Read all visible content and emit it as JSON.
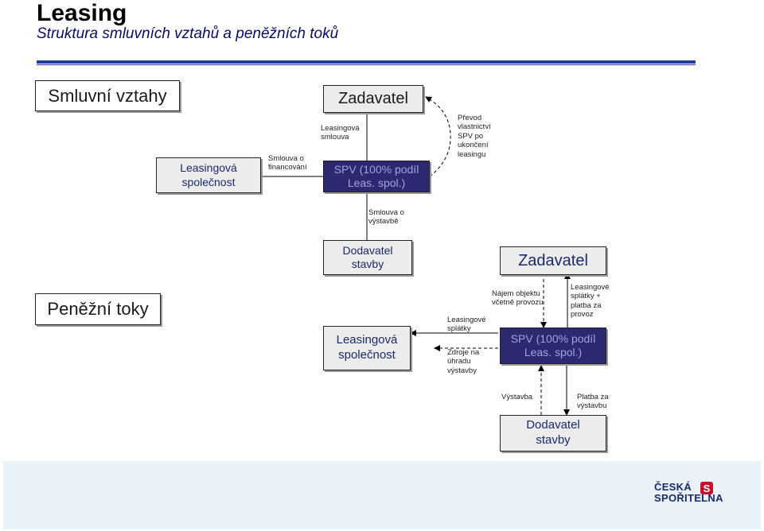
{
  "header": {
    "title": "Leasing",
    "subtitle": "Struktura smluvních vztahů a peněžních toků"
  },
  "contracts": {
    "section_label": "Smluvní vztahy",
    "client": "Zadavatel",
    "leasing_company": [
      "Leasingová",
      "společnost"
    ],
    "spv": [
      "SPV (100% podíl",
      "Leas. spol.)"
    ],
    "label_financing": [
      "Smlouva o",
      "financování"
    ],
    "label_leasing_contract": [
      "Leasingová",
      "smlouva"
    ],
    "label_transfer": [
      "Převod",
      "vlastnictví",
      "SPV po",
      "ukončení",
      "leasingu"
    ],
    "label_construction_contract": [
      "Smlouva o",
      "výstavbě"
    ],
    "contractor": [
      "Dodavatel",
      "stavby"
    ]
  },
  "cashflows": {
    "section_label": "Peněžní toky",
    "client": "Zadavatel",
    "leasing_company": [
      "Leasingová",
      "společnost"
    ],
    "spv": [
      "SPV (100% podíl",
      "Leas. spol.)"
    ],
    "contractor": [
      "Dodavatel",
      "stavby"
    ],
    "label_lease_payments": [
      "Leasingové",
      "splátky"
    ],
    "label_funding": [
      "Zdroje na",
      "úhradu",
      "výstavby"
    ],
    "label_rent": [
      "Nájem objektu",
      "včetně provozu"
    ],
    "label_client_payments": [
      "Leasingové",
      "splátky +",
      "platba za",
      "provoz"
    ],
    "label_construction": [
      "Výstavba"
    ],
    "label_payment": [
      "Platba za",
      "výstavbu"
    ]
  },
  "logo": {
    "line1": "ČESKÁ",
    "line2": "SPOŘITELNA",
    "color": "#c8102e"
  },
  "colors": {
    "accent": "#1f3c9a",
    "spv_fill": "#2c2872",
    "spv_text": "#9ea6da",
    "box_fill": "#ececec",
    "footer": "#e8f2f8"
  }
}
